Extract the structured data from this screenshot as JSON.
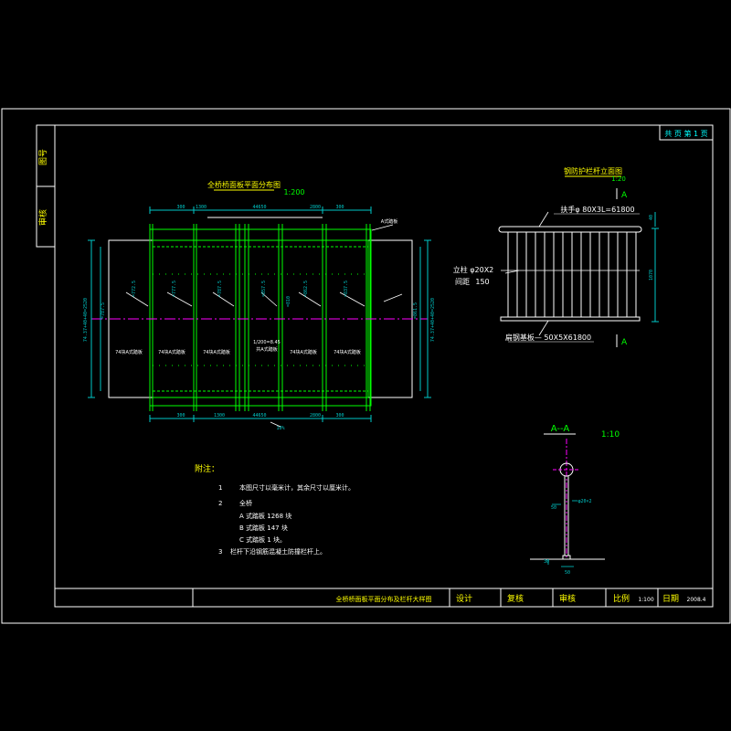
{
  "colors": {
    "background": "#000000",
    "frame": "#ffffff",
    "green": "#00ff00",
    "dim": "#00c8c8",
    "cyan": "#00ffff",
    "yellow": "#ffff00",
    "magenta": "#ff00ff"
  },
  "sheet": {
    "side_block_1": "图号",
    "side_block_2": "审核",
    "sheet_tag": "共 页 第 1 页"
  },
  "plan": {
    "title": "全桥桥面板平面分布图",
    "scale": "1:200",
    "top_dims": [
      "300",
      "1300",
      "44650",
      "2800",
      "300"
    ],
    "bottom_dims": [
      "300",
      "1300",
      "44650",
      "2800",
      "300"
    ],
    "left_height": "74.37+40+40=2520",
    "right_height": "74.37+40+40=2520",
    "angle_labels": [
      "=772.5",
      "=777.5",
      "=787.5",
      "=857.5",
      "=862.5",
      "=837.5"
    ],
    "inner_dims": [
      "=787.5",
      "=861.5",
      "=810"
    ],
    "center_note_1": "1/200=8.45",
    "center_note_2": "共A式踏板",
    "panel_labels": [
      "74块A式踏板",
      "74块A式踏板",
      "74块A式踏板",
      "74块A式踏板",
      "74块A式踏板"
    ],
    "small_tag": "A式踏板",
    "bottom_mark": "10%"
  },
  "elevation": {
    "title": "钢防护栏杆立面图",
    "scale": "1:20",
    "section_mark": "A",
    "handrail": "扶手φ 80X3L=61800",
    "post": "立柱 φ20X2",
    "spacing_label": "间距",
    "spacing_value": "150",
    "base": "扁钢基板— 50X5X61800",
    "height_dim": "1070",
    "top_dim": "40"
  },
  "section": {
    "title": "A--A",
    "scale": "1:10",
    "dims": [
      "φ20×2",
      "50",
      "30",
      "50"
    ]
  },
  "notes": {
    "heading": "附注：",
    "items": [
      {
        "num": "1",
        "text": "本图尺寸以毫米计，其余尺寸以厘米计。"
      },
      {
        "num": "2",
        "text": "全桥"
      },
      {
        "num": "",
        "text": "A 式踏板 1268 块"
      },
      {
        "num": "",
        "text": "B 式踏板 147 块"
      },
      {
        "num": "",
        "text": "C 式踏板 1 块。"
      },
      {
        "num": "3",
        "text": "栏杆下沿钢筋混凝土防撞栏杆上。"
      }
    ]
  },
  "title_block": {
    "drawing_name": "全桥桥面板平面分布及栏杆大样图",
    "design": "设计",
    "check": "复核",
    "review": "审核",
    "scale_label": "比例",
    "scale_value": "1:100",
    "date_label": "日期",
    "date_value": "2008.4"
  }
}
